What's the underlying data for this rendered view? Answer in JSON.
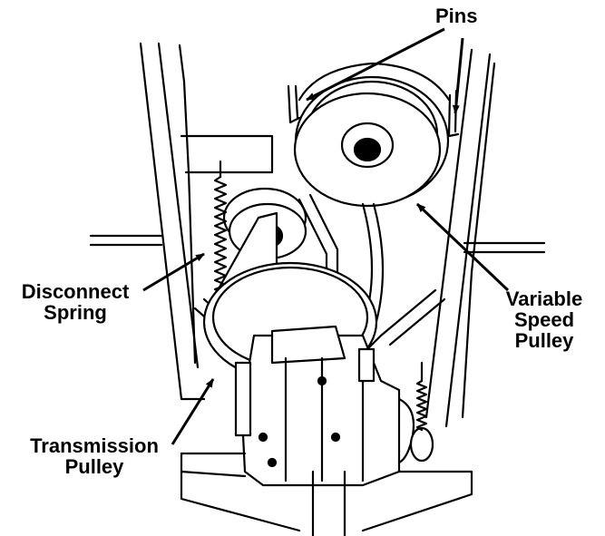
{
  "labels": {
    "pins": "Pins",
    "disconnect_spring": [
      "Disconnect",
      "Spring"
    ],
    "variable_speed_pulley": [
      "Variable",
      "Speed",
      "Pulley"
    ],
    "transmission_pulley": [
      "Transmission",
      "Pulley"
    ]
  }
}
